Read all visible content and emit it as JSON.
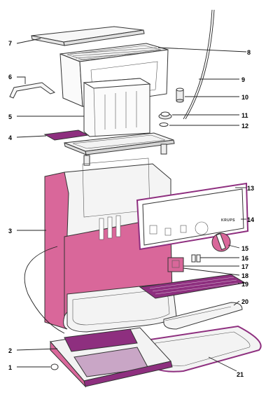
{
  "diagram": {
    "brand_text": "KRUPS",
    "colors": {
      "accent_pink": "#d9679a",
      "accent_purple": "#8e2f7f",
      "light_purple": "#c9a6c6",
      "outline": "#333333",
      "body_grey": "#f4f4f4"
    },
    "callouts": [
      {
        "id": "1",
        "label": "1"
      },
      {
        "id": "2",
        "label": "2"
      },
      {
        "id": "3",
        "label": "3"
      },
      {
        "id": "4",
        "label": "4"
      },
      {
        "id": "5",
        "label": "5"
      },
      {
        "id": "6",
        "label": "6"
      },
      {
        "id": "7",
        "label": "7"
      },
      {
        "id": "8",
        "label": "8"
      },
      {
        "id": "9",
        "label": "9"
      },
      {
        "id": "10",
        "label": "10"
      },
      {
        "id": "11",
        "label": "11"
      },
      {
        "id": "12",
        "label": "12"
      },
      {
        "id": "13",
        "label": "13"
      },
      {
        "id": "14",
        "label": "14"
      },
      {
        "id": "15",
        "label": "15"
      },
      {
        "id": "16",
        "label": "16"
      },
      {
        "id": "17",
        "label": "17"
      },
      {
        "id": "18",
        "label": "18"
      },
      {
        "id": "19",
        "label": "19"
      },
      {
        "id": "20",
        "label": "20"
      },
      {
        "id": "21",
        "label": "21"
      }
    ]
  }
}
